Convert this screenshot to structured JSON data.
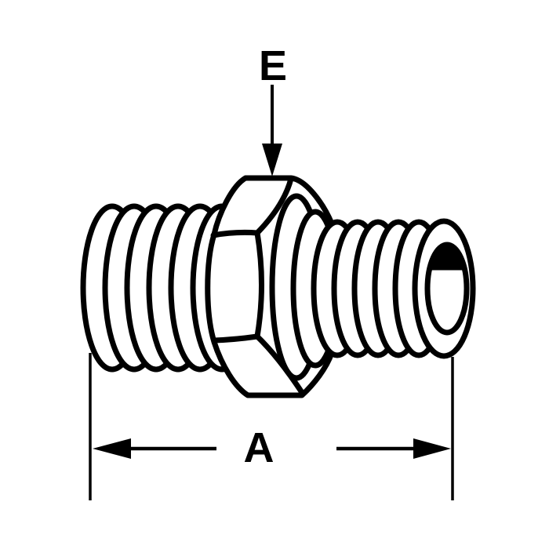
{
  "diagram": {
    "description": "line drawing of a double-ended threaded hex nipple fitting with dimension callouts",
    "labels": {
      "e": "E",
      "a": "A"
    },
    "colors": {
      "line": "#000000",
      "background": "#ffffff"
    }
  }
}
